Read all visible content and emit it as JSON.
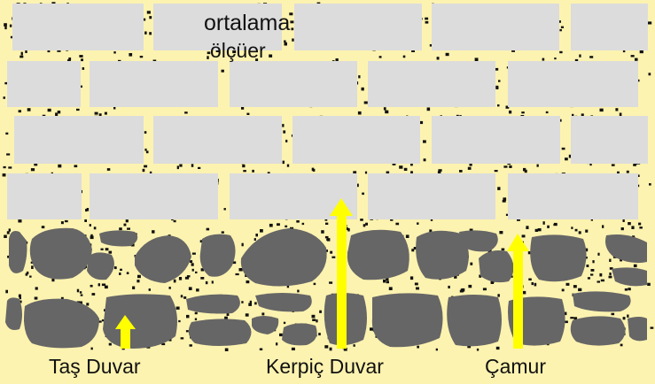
{
  "labels": {
    "average_line1": "ortalama",
    "average_line2": "ölçüer",
    "stone_wall": "Taş Duvar",
    "mudbrick_wall": "Kerpiç Duvar",
    "mud": "Çamur"
  },
  "colors": {
    "background": "#fdf3b0",
    "brick": "#dcdcdc",
    "stone": "#666666",
    "mortar_dots": "#111111",
    "arrow": "#ffff00"
  }
}
